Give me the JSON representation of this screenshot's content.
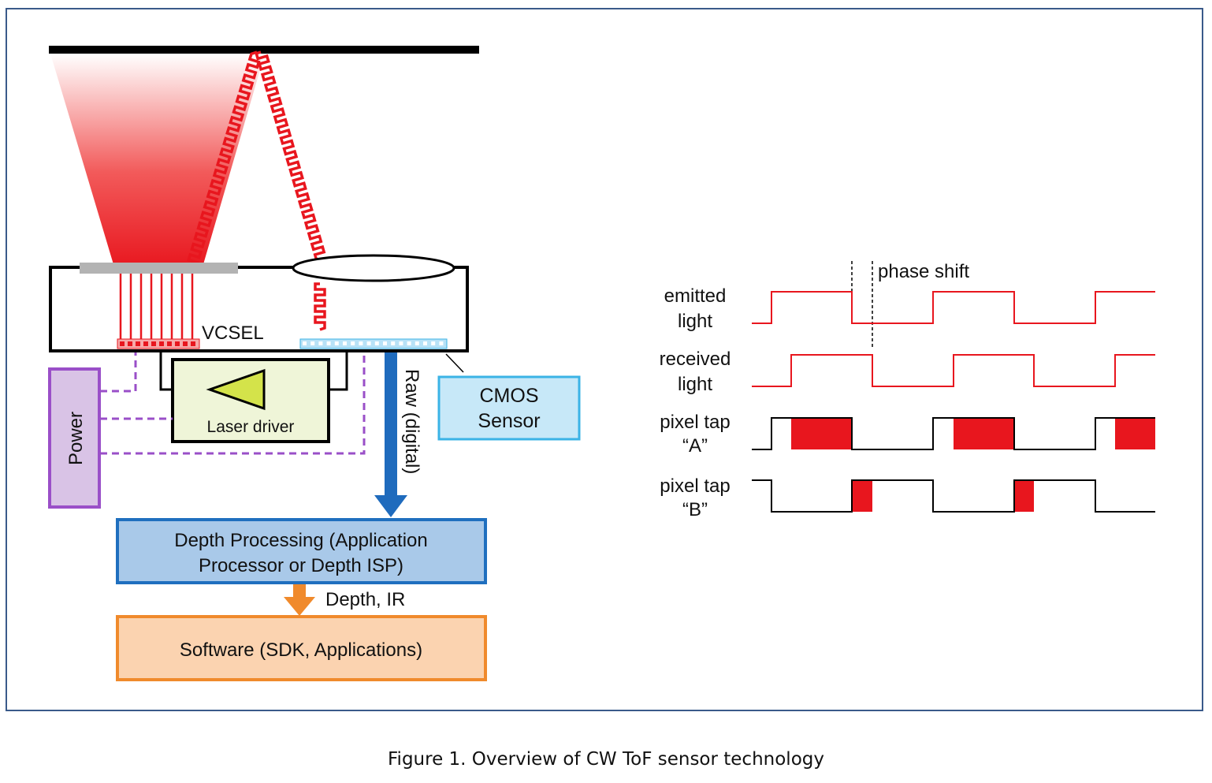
{
  "labels": {
    "vcsel": "VCSEL",
    "laser_driver": "Laser driver",
    "power": "Power",
    "cmos_line1": "CMOS",
    "cmos_line2": "Sensor",
    "raw": "Raw (digital)",
    "depth_line1": "Depth Processing (Application",
    "depth_line2": "Processor or Depth ISP)",
    "depth_ir": "Depth, IR",
    "software": "Software (SDK, Applications)"
  },
  "timing": {
    "phase_shift": "phase shift",
    "signals": [
      {
        "line1": "emitted",
        "line2": "light"
      },
      {
        "line1": "received",
        "line2": "light"
      },
      {
        "line1": "pixel tap",
        "line2": "“A”"
      },
      {
        "line1": "pixel tap",
        "line2": "“B”"
      }
    ]
  },
  "colors": {
    "laser": "#e8161e",
    "power_fill": "#d9c3e6",
    "power_stroke": "#9a4fc8",
    "driver_fill": "#eff5d8",
    "amp_fill": "#d4e34a",
    "cmos_fill": "#c7e8f8",
    "cmos_stroke": "#3bb3e6",
    "depth_fill": "#a9c9e9",
    "depth_stroke": "#1f6fbf",
    "raw_arrow": "#1f6bbd",
    "software_fill": "#fbd3b0",
    "software_stroke": "#f08a2c",
    "frame": "#3a5a8a"
  },
  "caption": "Figure 1. Overview of CW ToF sensor technology"
}
